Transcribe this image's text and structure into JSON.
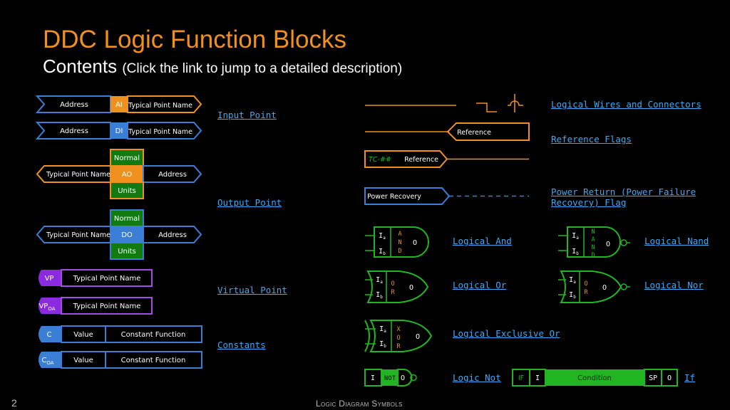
{
  "title": "DDC Logic Function Blocks",
  "subtitle": "Contents",
  "subtitle_note": "(Click the link to jump to a detailed description)",
  "page_number": "2",
  "footer": "Logic Diagram Symbols",
  "colors": {
    "orange": "#f0901e",
    "blue": "#3a7ed6",
    "green": "#22b522",
    "purple": "#a24ee0",
    "link": "#3fa9f5"
  },
  "symbols": {
    "ai": {
      "address": "Address",
      "code": "AI",
      "name": "Typical Point Name"
    },
    "di": {
      "address": "Address",
      "code": "DI",
      "name": "Typical Point Name"
    },
    "ao": {
      "normal": "Normal",
      "name": "Typical Point Name",
      "code": "AO",
      "address": "Address",
      "units": "Units"
    },
    "do": {
      "normal": "Normal",
      "name": "Typical Point Name",
      "code": "DO",
      "address": "Address",
      "units": "Units"
    },
    "vp": {
      "code": "VP",
      "name": "Typical Point Name"
    },
    "vpoa": {
      "code": "VP",
      "sub": "OA",
      "name": "Typical Point Name"
    },
    "c": {
      "code": "C",
      "value": "Value",
      "function": "Constant Function"
    },
    "coa": {
      "code": "C",
      "sub": "OA",
      "value": "Value",
      "function": "Constant Function"
    },
    "reference_flag": "Reference",
    "tc_prefix": "TC-##",
    "tc_reference": "Reference",
    "power_recovery": "Power Recovery",
    "gate_in_a": "I",
    "gate_in_b": "I",
    "gate_sub_a": "a",
    "gate_sub_b": "b",
    "gate_out": "O",
    "and": [
      "A",
      "N",
      "D"
    ],
    "nand": [
      "N",
      "A",
      "N",
      "D"
    ],
    "or": [
      "O",
      "R"
    ],
    "xor": [
      "X",
      "O",
      "R"
    ],
    "not": {
      "in": "I",
      "label": "NOT",
      "out": "O"
    },
    "if": {
      "if": "IF",
      "in": "I",
      "condition": "Condition",
      "sp": "SP",
      "out": "O"
    }
  },
  "links": {
    "input_point": "Input Point",
    "output_point": "Output Point",
    "virtual_point": "Virtual Point",
    "constants": "Constants",
    "wires": "Logical Wires and Connectors",
    "reference_flags": "Reference Flags",
    "power_return_1": "Power Return (Power Failure",
    "power_return_2": "Recovery) Flag",
    "logical_and": "Logical And",
    "logical_nand": "Logical Nand",
    "logical_or": "Logical Or",
    "logical_nor": "Logical Nor",
    "logical_xor": "Logical Exclusive Or",
    "logic_not": "Logic Not",
    "if": "If"
  }
}
